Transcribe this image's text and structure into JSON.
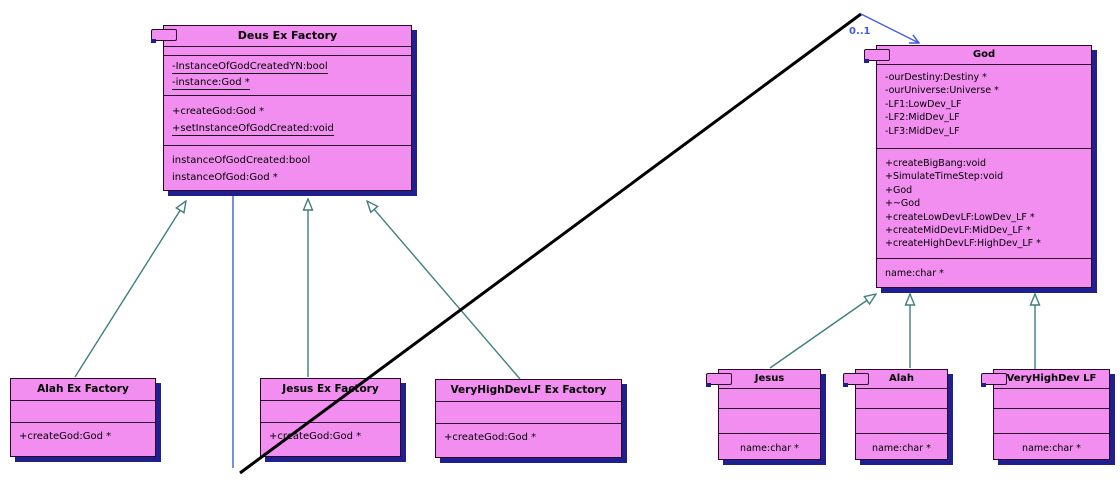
{
  "diagram_title": "Deus Ex Factory UML class diagram",
  "classes": [
    {
      "title": "Deus Ex Factory",
      "attributes": [
        "-InstanceOfGodCreatedYN:bool",
        "-instance:God *"
      ],
      "operations": [
        "+createGod:God *",
        "+setInstanceOfGodCreated:void"
      ],
      "properties": [
        "instanceOfGodCreated:bool",
        "instanceOfGod:God *"
      ]
    },
    {
      "title": "God",
      "attributes": [
        "-ourDestiny:Destiny *",
        "-ourUniverse:Universe *",
        "-LF1:LowDev_LF",
        "-LF2:MidDev_LF",
        "-LF3:MidDev_LF"
      ],
      "operations": [
        "+createBigBang:void",
        "+SimulateTimeStep:void",
        "+God",
        "+~God",
        "+createLowDevLF:LowDev_LF *",
        "+createMidDevLF:MidDev_LF *",
        "+createHighDevLF:HighDev_LF *"
      ],
      "properties": [
        "name:char *"
      ]
    },
    {
      "title": "Alah Ex Factory",
      "operations": [
        "+createGod:God *"
      ]
    },
    {
      "title": "Jesus Ex Factory",
      "operations": [
        "+createGod:God *"
      ]
    },
    {
      "title": "VeryHighDevLF Ex Factory",
      "operations": [
        "+createGod:God *"
      ]
    },
    {
      "title": "Jesus",
      "properties": [
        "name:char *"
      ]
    },
    {
      "title": "Alah",
      "properties": [
        "name:char *"
      ]
    },
    {
      "title": "VeryHighDev LF",
      "properties": [
        "name:char *"
      ]
    }
  ],
  "association": {
    "from": "Deus Ex Factory",
    "to": "God",
    "multiplicity": "0..1"
  },
  "generalizations": [
    {
      "from": "Alah Ex Factory",
      "to": "Deus Ex Factory"
    },
    {
      "from": "Jesus Ex Factory",
      "to": "Deus Ex Factory"
    },
    {
      "from": "VeryHighDevLF Ex Factory",
      "to": "Deus Ex Factory"
    },
    {
      "from": "Jesus",
      "to": "God"
    },
    {
      "from": "Alah",
      "to": "God"
    },
    {
      "from": "VeryHighDev LF",
      "to": "God"
    }
  ],
  "colors": {
    "class_fill": "#f18ef0",
    "box_border": "#2b072b",
    "shadow_navy": "#1f1f8f",
    "generalization_teal": "#3f7f7e",
    "association_blue": "#3f5ce0",
    "link_black": "#000000"
  }
}
